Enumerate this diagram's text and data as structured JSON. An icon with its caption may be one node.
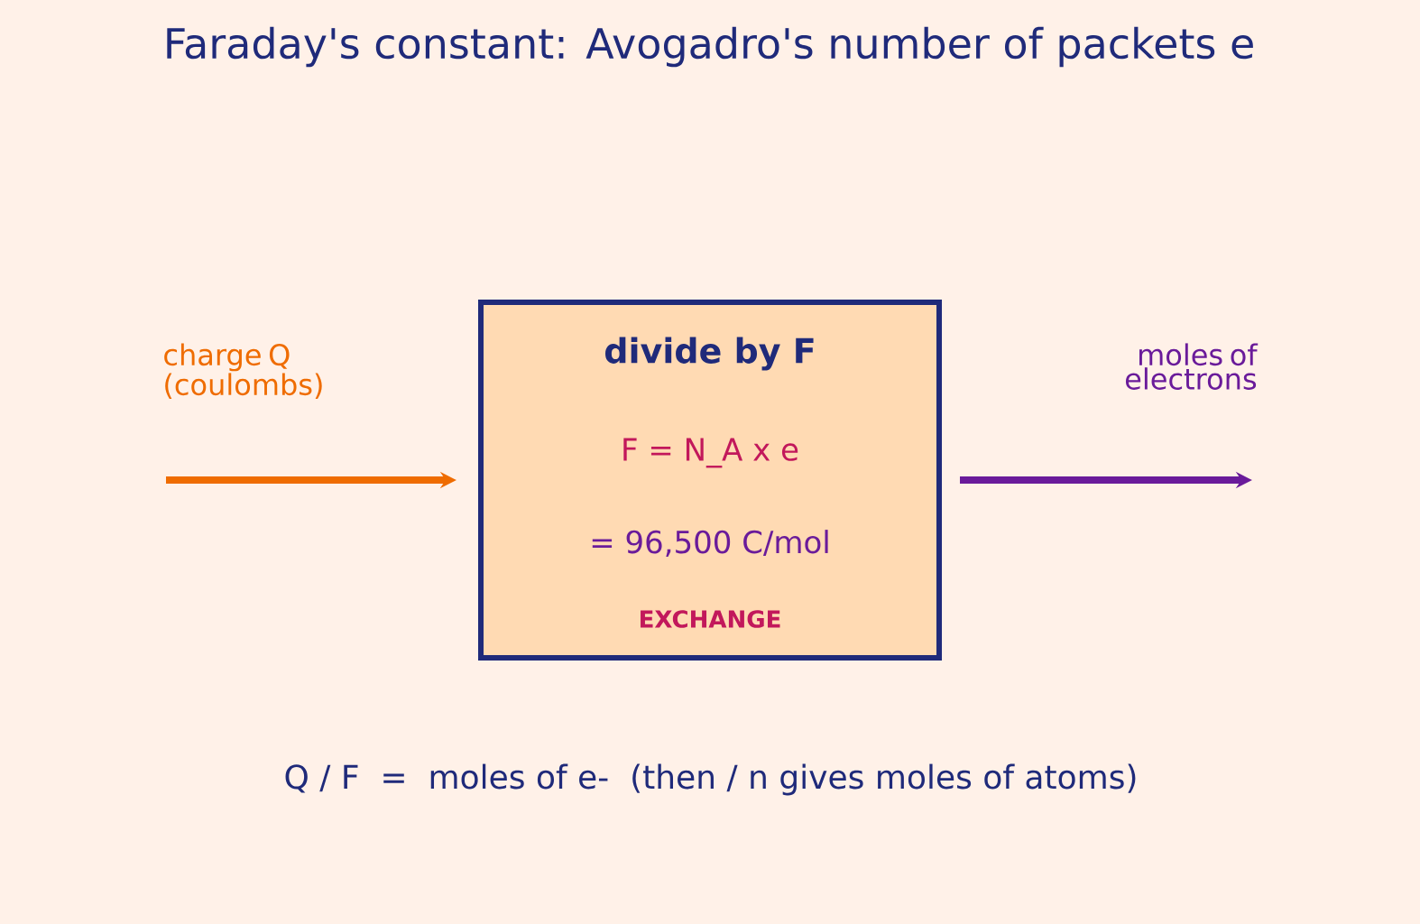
{
  "diagram": {
    "title": "Faraday's constant: Avogadro's number of packets e",
    "nodes": [
      {
        "text": [
          "divide by F",
          "F = N_A x e",
          "= 96,500 C/mol",
          "EXCHANGE"
        ]
      },
      {
        "text": [
          "charge Q (coulombs)"
        ]
      },
      {
        "text": [
          "moles of electrons"
        ]
      }
    ],
    "edges": [
      {
        "from": 1,
        "to": 0,
        "arrow": "to",
        "color": "#ef6c00"
      },
      {
        "from": 0,
        "to": 2,
        "arrow": "to",
        "color": "#6a1b9a"
      }
    ],
    "labels": [
      "Q / F  =  moles of e-   (then / n gives moles of atoms)"
    ]
  }
}
